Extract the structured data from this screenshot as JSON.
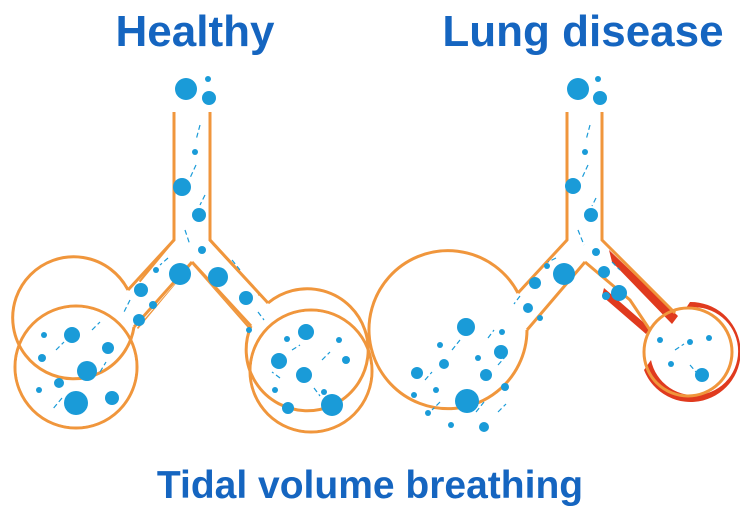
{
  "labels": {
    "healthy": "Healthy",
    "disease": "Lung disease",
    "caption": "Tidal volume breathing"
  },
  "colors": {
    "airway_outline": "#f0963c",
    "particle": "#1a9bd8",
    "obstruction_fill": "#e03a1e",
    "label_text": "#1565c0"
  }
}
